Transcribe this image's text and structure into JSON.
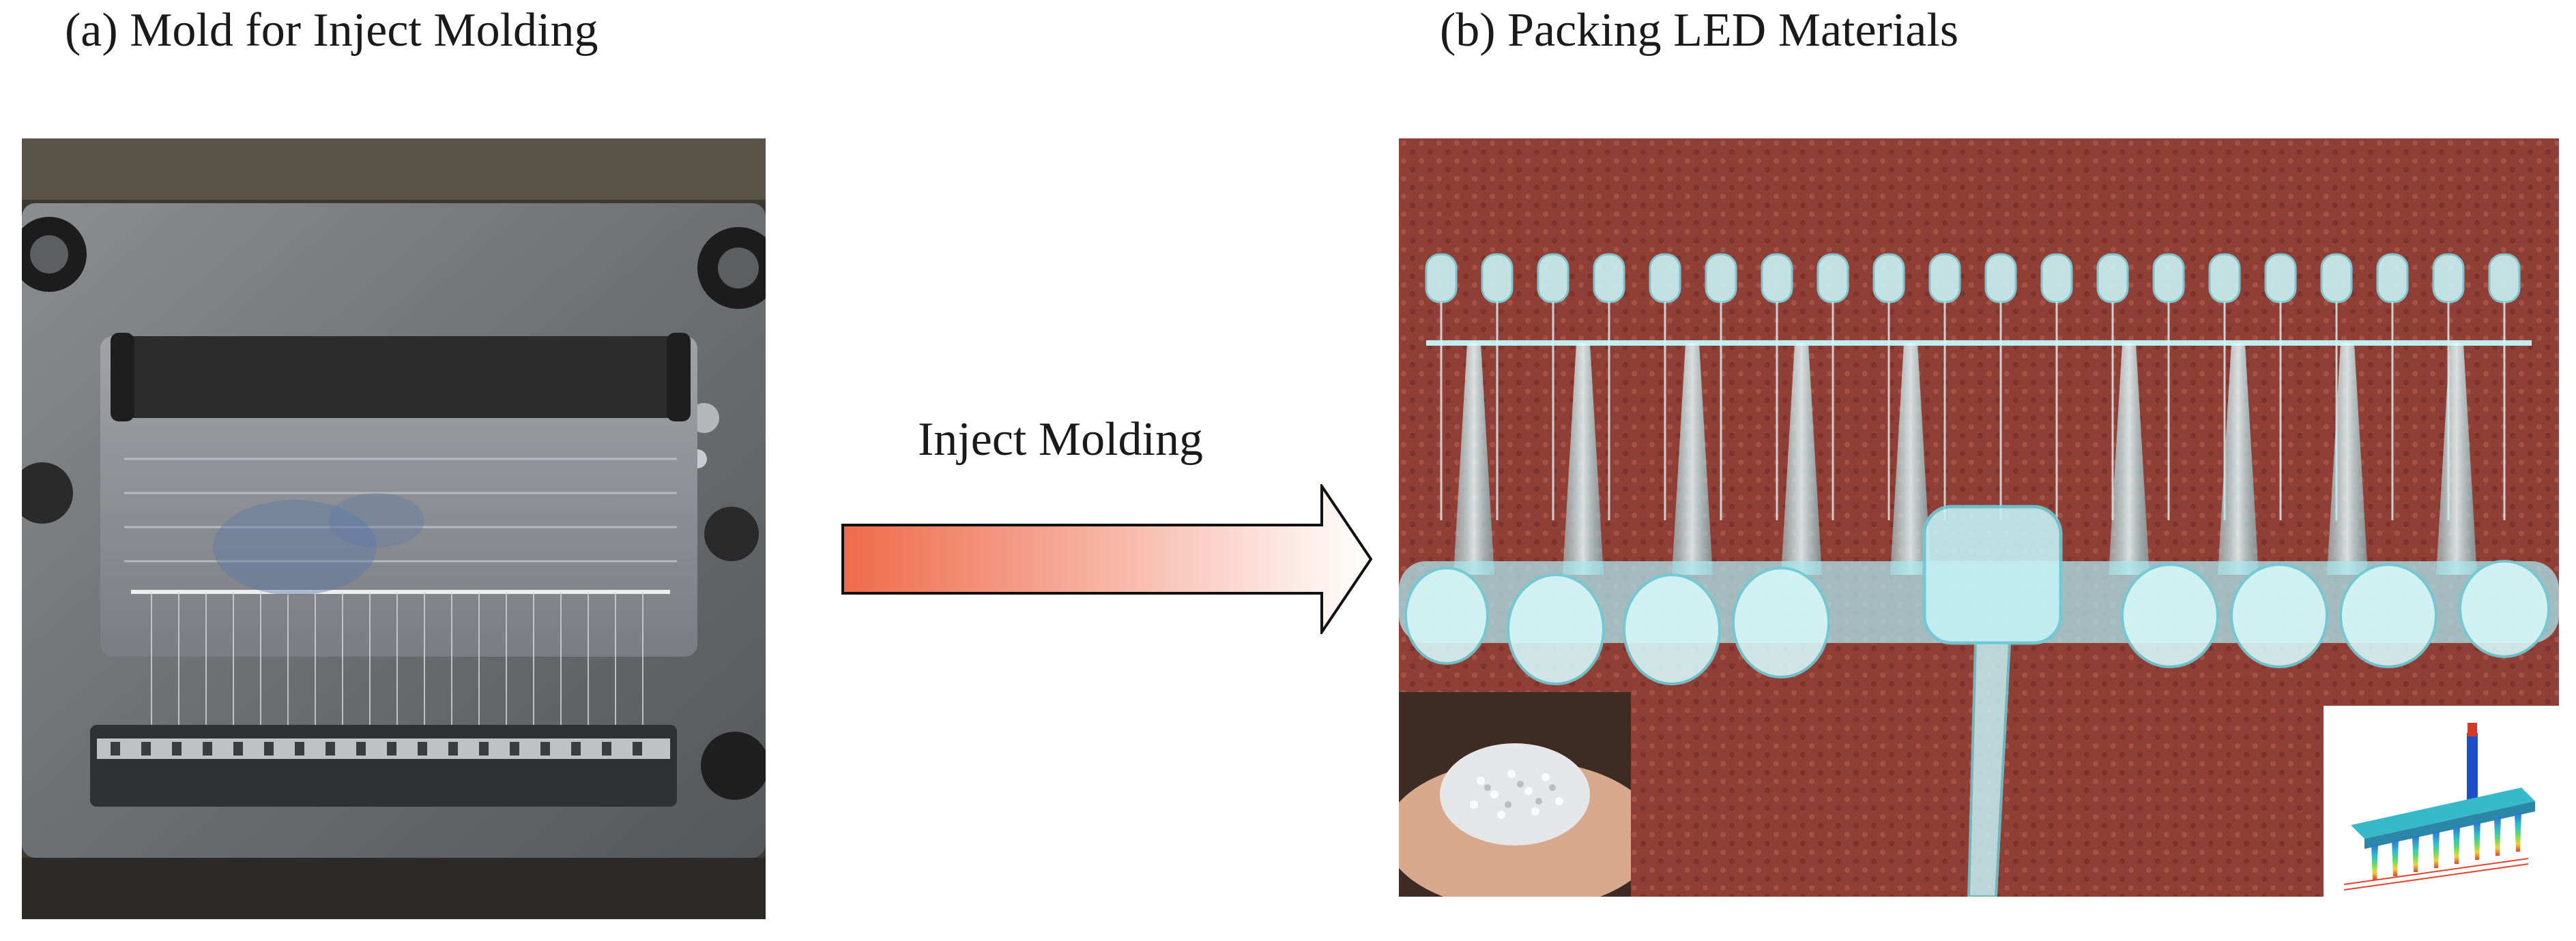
{
  "captions": {
    "left": "(a) Mold for Inject Molding",
    "right": "(b) Packing  LED Materials"
  },
  "arrow": {
    "label": "Inject Molding",
    "gradient_start": "#ef6a4a",
    "gradient_end": "#ffffff"
  },
  "images": {
    "left": "mold-photo",
    "right": "led-packing-photo",
    "inset_left": "resin-pellets-photo",
    "inset_right": "flow-simulation-render"
  }
}
